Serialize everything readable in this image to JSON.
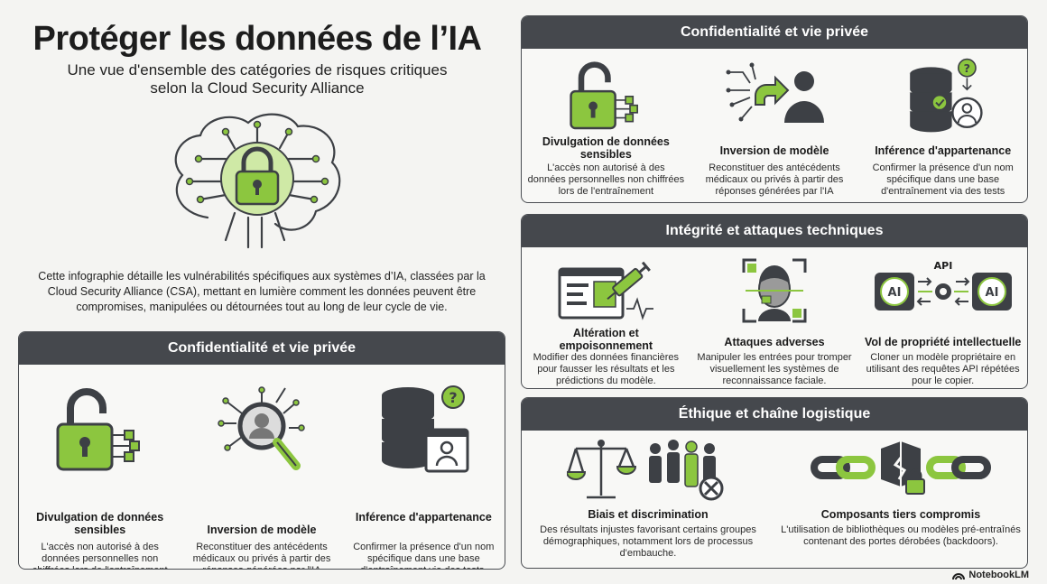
{
  "header": {
    "title": "Protéger les données de l’IA",
    "subtitle_line1": "Une vue d'ensemble des catégories de risques critiques",
    "subtitle_line2": "selon la Cloud Security Alliance"
  },
  "intro": "Cette infographie détaille les vulnérabilités spécifiques aux systèmes d’IA, classées par la Cloud Security Alliance (CSA), mettant en lumière comment les données peuvent être compromises, manipulées ou détournées tout au long de leur cycle de vie.",
  "colors": {
    "accent": "#8cc63f",
    "panel_header": "#45484d",
    "dark": "#3d4045"
  },
  "panel_left": {
    "header": "Confidentialité et vie privée",
    "cards": [
      {
        "icon": "open-padlock-icon",
        "title": "Divulgation de données sensibles",
        "text": "L'accès non autorisé à des données personnelles non chiffrées lors de l'entraînement"
      },
      {
        "icon": "magnifier-face-icon",
        "title": "Inversion de modèle",
        "text": "Reconstituer des antécédents médicaux ou privés à partir des réponses générées par l'IA"
      },
      {
        "icon": "database-user-icon",
        "title": "Inférence d'appartenance",
        "text": "Confirmer la présence d'un nom spécifique dans une base d'entraînement via des tests."
      }
    ]
  },
  "panel_r1": {
    "header": "Confidentialité et vie privée",
    "cards": [
      {
        "icon": "open-padlock-icon",
        "title": "Divulgation de données sensibles",
        "text": "L'accès non autorisé à des données personnelles non chiffrées lors de l'entraînement"
      },
      {
        "icon": "person-arrow-icon",
        "title": "Inversion de modèle",
        "text": "Reconstituer des antécédents médicaux ou privés à partir des réponses générées par l'IA"
      },
      {
        "icon": "database-user-icon",
        "title": "Inférence d'appartenance",
        "text": "Confirmer la présence d'un nom spécifique dans une base d'entraînement via des tests"
      }
    ]
  },
  "panel_r2": {
    "header": "Intégrité et attaques techniques",
    "cards": [
      {
        "icon": "syringe-screen-icon",
        "title": "Altération et empoisonnement",
        "text": "Modifier des données financières pour fausser les résultats et les prédictions du modèle."
      },
      {
        "icon": "face-scan-icon",
        "title": "Attaques adverses",
        "text": "Manipuler les entrées pour tromper visuellement les systèmes de reconnaissance faciale."
      },
      {
        "icon": "api-brain-icon",
        "api_label": "API",
        "ai_label": "AI",
        "title": "Vol de propriété intellectuelle",
        "text": "Cloner un modèle propriétaire en utilisant des requêtes API répétées pour le copier."
      }
    ]
  },
  "panel_r3": {
    "header": "Éthique et chaîne logistique",
    "cards": [
      {
        "icon": "scale-people-icon",
        "title": "Biais et discrimination",
        "text": "Des résultats injustes favorisant certains groupes démographiques, notamment lors de processus d'embauche."
      },
      {
        "icon": "broken-chain-icon",
        "title": "Composants tiers compromis",
        "text": "L'utilisation de bibliothèques ou modèles pré-entraînés contenant des portes dérobées (backdoors)."
      }
    ]
  },
  "brand": {
    "label": "NotebookLM"
  }
}
